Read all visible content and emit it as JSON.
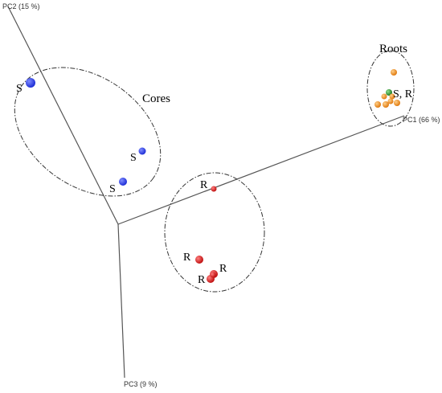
{
  "chart_data": {
    "type": "scatter",
    "title": "",
    "axes": [
      {
        "name": "pc1",
        "label": "PC1 (66 %)"
      },
      {
        "name": "pc2",
        "label": "PC2 (15 %)"
      },
      {
        "name": "pc3",
        "label": "PC3 (9 %)"
      }
    ],
    "groups": [
      {
        "name": "cores",
        "label": "Cores"
      },
      {
        "name": "roots",
        "label": "Roots"
      },
      {
        "name": "r-group",
        "label": ""
      }
    ],
    "colors": {
      "S": "#1f2fd6",
      "R": "#d91c1c",
      "roots": "#f28c1a",
      "roots_alt": "#2e8b2e"
    },
    "points": [
      {
        "group": "cores",
        "label": "S",
        "color": "S"
      },
      {
        "group": "cores",
        "label": "S",
        "color": "S"
      },
      {
        "group": "cores",
        "label": "S",
        "color": "S"
      },
      {
        "group": "r-group",
        "label": "R",
        "color": "R"
      },
      {
        "group": "r-group",
        "label": "R",
        "color": "R"
      },
      {
        "group": "r-group",
        "label": "R",
        "color": "R"
      },
      {
        "group": "r-group",
        "label": "R",
        "color": "R"
      },
      {
        "group": "r-group",
        "label": "",
        "color": "R"
      },
      {
        "group": "roots",
        "label": "",
        "color": "roots"
      },
      {
        "group": "roots",
        "label": "S, R",
        "color": "roots_alt"
      },
      {
        "group": "roots",
        "label": "",
        "color": "roots"
      },
      {
        "group": "roots",
        "label": "",
        "color": "roots"
      },
      {
        "group": "roots",
        "label": "",
        "color": "roots"
      },
      {
        "group": "roots",
        "label": "",
        "color": "roots"
      },
      {
        "group": "roots",
        "label": "",
        "color": "roots"
      },
      {
        "group": "roots",
        "label": "",
        "color": "roots"
      }
    ]
  }
}
